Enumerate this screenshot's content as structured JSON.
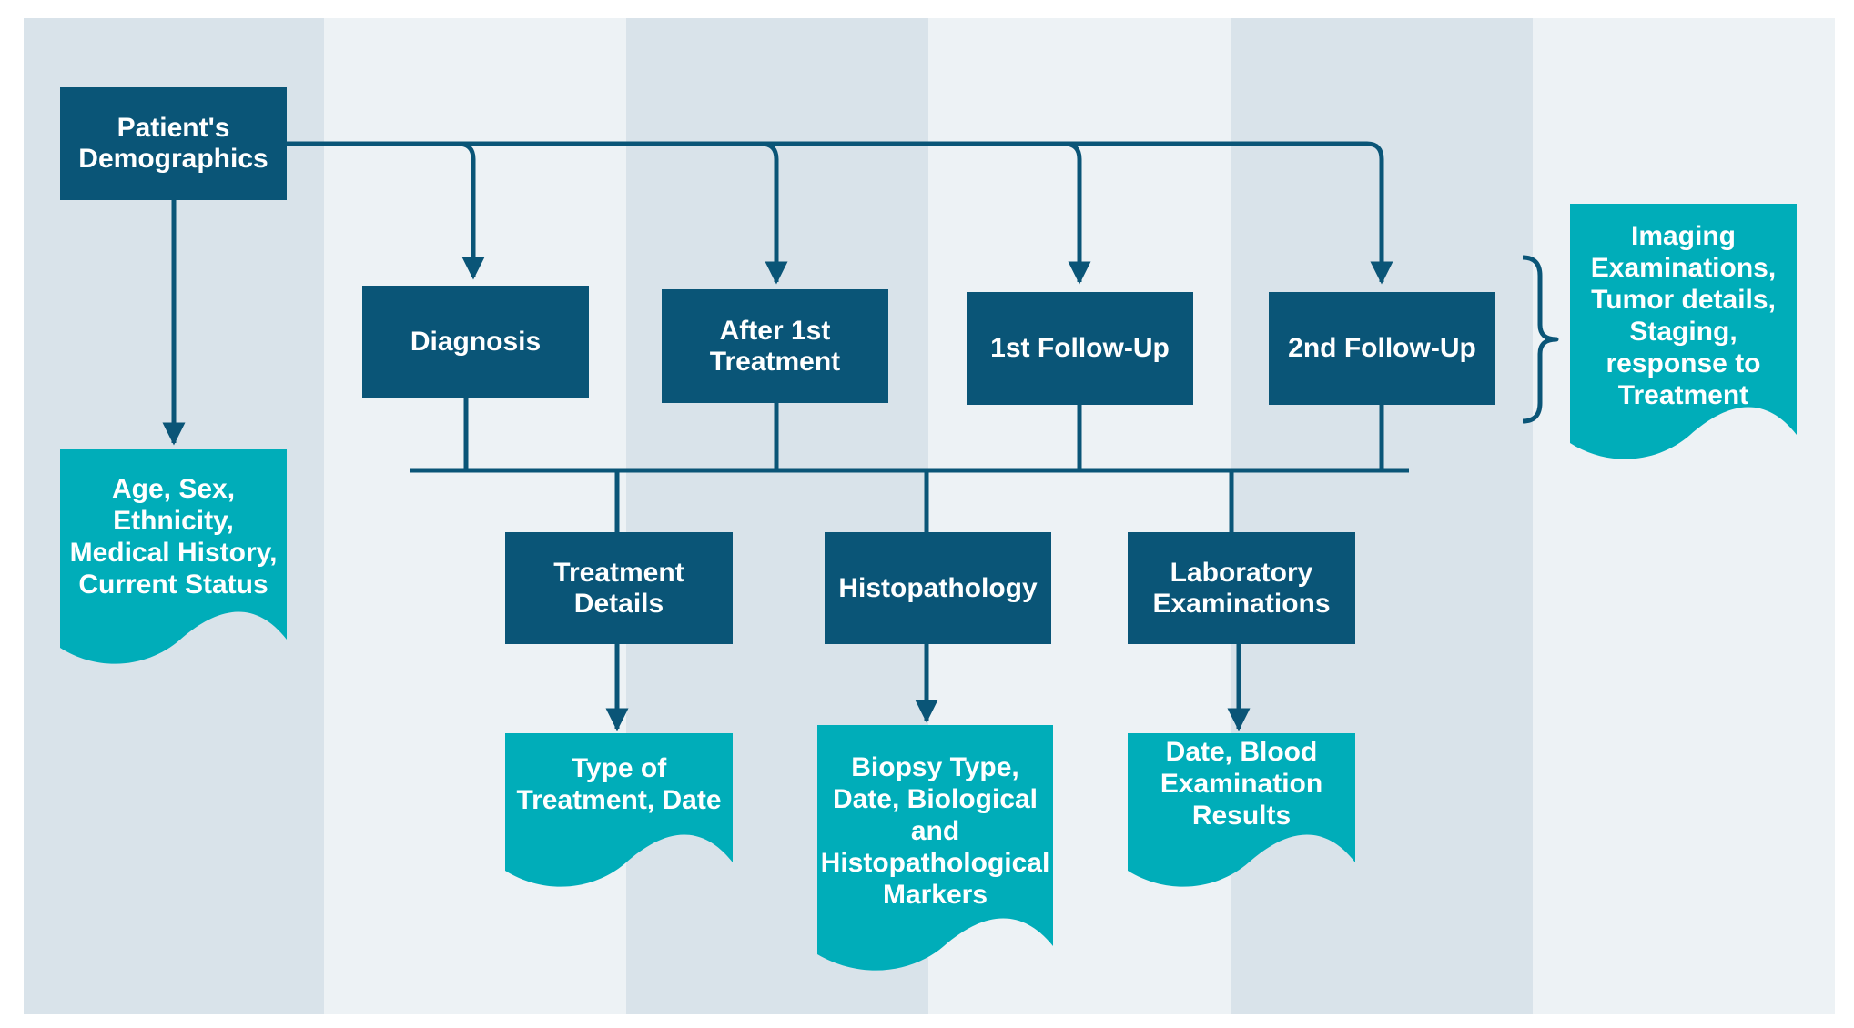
{
  "nodes": {
    "demographics": "Patient's\nDemographics",
    "diagnosis": "Diagnosis",
    "after_first_treatment": "After 1st\nTreatment",
    "first_follow_up": "1st Follow-Up",
    "second_follow_up": "2nd Follow-Up",
    "treatment_details": "Treatment\nDetails",
    "histopathology": "Histopathology",
    "laboratory_examinations": "Laboratory\nExaminations"
  },
  "documents": {
    "demographics_fields": "Age, Sex,\nEthnicity,\nMedical History,\nCurrent Status",
    "imaging_fields": "Imaging\nExaminations,\nTumor details,\nStaging,\nresponse to\nTreatment",
    "treatment_fields": "Type of\nTreatment, Date",
    "histopathology_fields": "Biopsy Type,\nDate, Biological\nand\nHistopathological\nMarkers",
    "laboratory_fields": "Date, Blood\nExamination\nResults"
  },
  "colors": {
    "box_fill": "#0a5577",
    "doc_fill": "#00adb9",
    "line": "#0a5577",
    "band_dark": "#d9e3ea",
    "band_light": "#edf2f5"
  }
}
